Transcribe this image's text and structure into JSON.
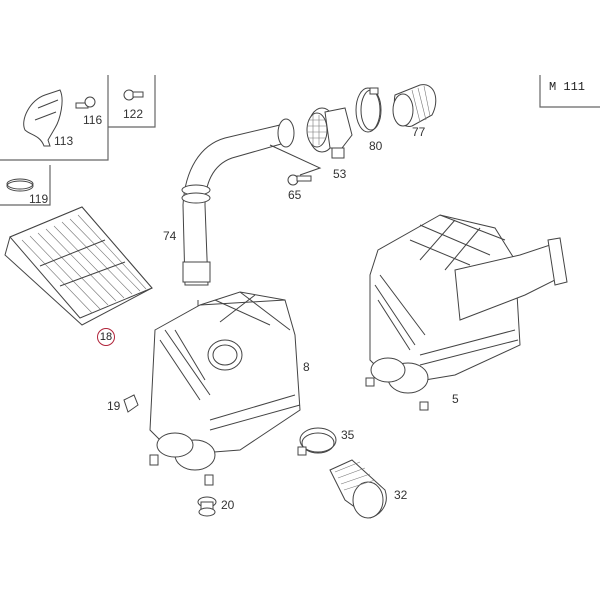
{
  "diagram": {
    "model_box": {
      "label": "M 111"
    },
    "highlighted_part": "18",
    "highlight_color": "#b0243a",
    "parts": [
      {
        "id": "p113",
        "number": "113",
        "name": "bracket"
      },
      {
        "id": "p116",
        "number": "116",
        "name": "bolt"
      },
      {
        "id": "p122",
        "number": "122",
        "name": "bolt"
      },
      {
        "id": "p119",
        "number": "119",
        "name": "hose-clamp"
      },
      {
        "id": "p18",
        "number": "18",
        "name": "air-filter-element"
      },
      {
        "id": "p74",
        "number": "74",
        "name": "intake-pipe"
      },
      {
        "id": "p53",
        "number": "53",
        "name": "air-mass-sensor"
      },
      {
        "id": "p65",
        "number": "65",
        "name": "screw"
      },
      {
        "id": "p80",
        "number": "80",
        "name": "hose-clamp"
      },
      {
        "id": "p77",
        "number": "77",
        "name": "intake-hose"
      },
      {
        "id": "p8",
        "number": "8",
        "name": "air-filter-housing"
      },
      {
        "id": "p19",
        "number": "19",
        "name": "clip"
      },
      {
        "id": "p20",
        "number": "20",
        "name": "rubber-mount"
      },
      {
        "id": "p35",
        "number": "35",
        "name": "hose-clamp"
      },
      {
        "id": "p32",
        "number": "32",
        "name": "intake-hose"
      },
      {
        "id": "p5",
        "number": "5",
        "name": "air-filter-assembly"
      }
    ]
  }
}
